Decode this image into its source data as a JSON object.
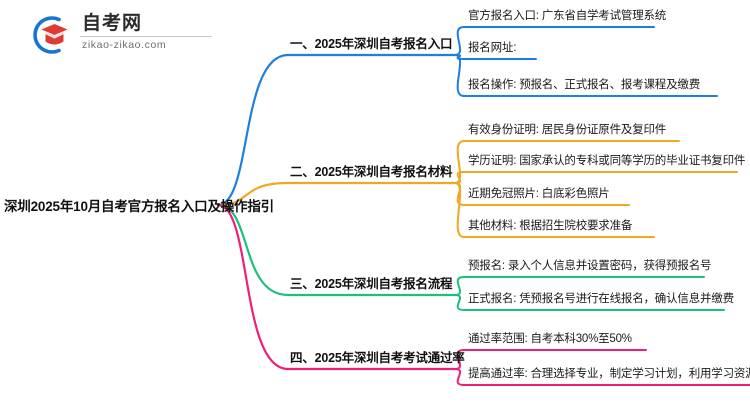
{
  "logo": {
    "name_cn": "自考网",
    "url": "zikao-zikao.com",
    "mark_arc_color": "#1b75d0",
    "mark_cap_color": "#e03a35"
  },
  "root": {
    "label": "深圳2025年10月自考官方报名入口及操作指引"
  },
  "branches": [
    {
      "label": "一、2025年深圳自考报名入口",
      "color": "#1f7fe0",
      "children": [
        {
          "label": "官方报名入口: 广东省自学考试管理系统"
        },
        {
          "label": "报名网址:"
        },
        {
          "label": "报名操作: 预报名、正式报名、报考课程及缴费"
        }
      ]
    },
    {
      "label": "二、2025年深圳自考报名材料",
      "color": "#f0a81e",
      "children": [
        {
          "label": "有效身份证明: 居民身份证原件及复印件"
        },
        {
          "label": "学历证明: 国家承认的专科或同等学历的毕业证书复印件"
        },
        {
          "label": "近期免冠照片: 白底彩色照片"
        },
        {
          "label": "其他材料: 根据招生院校要求准备"
        }
      ]
    },
    {
      "label": "三、2025年深圳自考报名流程",
      "color": "#18c27a",
      "children": [
        {
          "label": "预报名: 录入个人信息并设置密码，获得预报名号"
        },
        {
          "label": "正式报名: 凭预报名号进行在线报名，确认信息并缴费"
        }
      ]
    },
    {
      "label": "四、2025年深圳自考考试通过率",
      "color": "#ee1f7a",
      "children": [
        {
          "label": "通过率范围: 自考本科30%至50%"
        },
        {
          "label": "提高通过率: 合理选择专业，制定学习计划，利用学习资源"
        }
      ]
    }
  ]
}
